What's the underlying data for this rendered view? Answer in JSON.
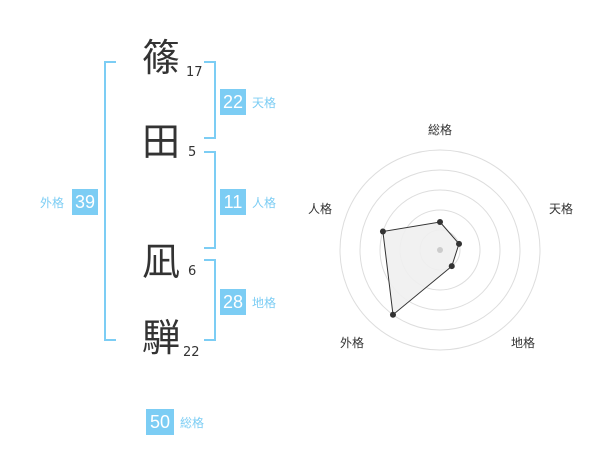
{
  "name": {
    "chars": [
      {
        "char": "篠",
        "strokes": "17"
      },
      {
        "char": "田",
        "strokes": "5"
      },
      {
        "char": "凪",
        "strokes": "6"
      },
      {
        "char": "騨",
        "strokes": "22"
      }
    ]
  },
  "fortunes": {
    "tenkaku": {
      "value": "22",
      "label": "天格"
    },
    "jinkaku": {
      "value": "11",
      "label": "人格"
    },
    "chikaku": {
      "value": "28",
      "label": "地格"
    },
    "gaikaku": {
      "value": "39",
      "label": "外格"
    },
    "soukaku": {
      "value": "50",
      "label": "総格"
    }
  },
  "radar": {
    "labels": {
      "top": "総格",
      "right": "天格",
      "bottom_right": "地格",
      "bottom_left": "外格",
      "left": "人格"
    },
    "values": {
      "soukaku": 1.4,
      "tenkaku": 1.0,
      "chikaku": 1.0,
      "gaikaku": 4.0,
      "jinkaku": 3.0
    },
    "max": 5,
    "colors": {
      "fill": "#f0f0f0",
      "line": "#333333",
      "grid": "#dddddd",
      "center": "#cccccc"
    }
  },
  "colors": {
    "accent": "#7ccdf4",
    "text": "#333333"
  }
}
